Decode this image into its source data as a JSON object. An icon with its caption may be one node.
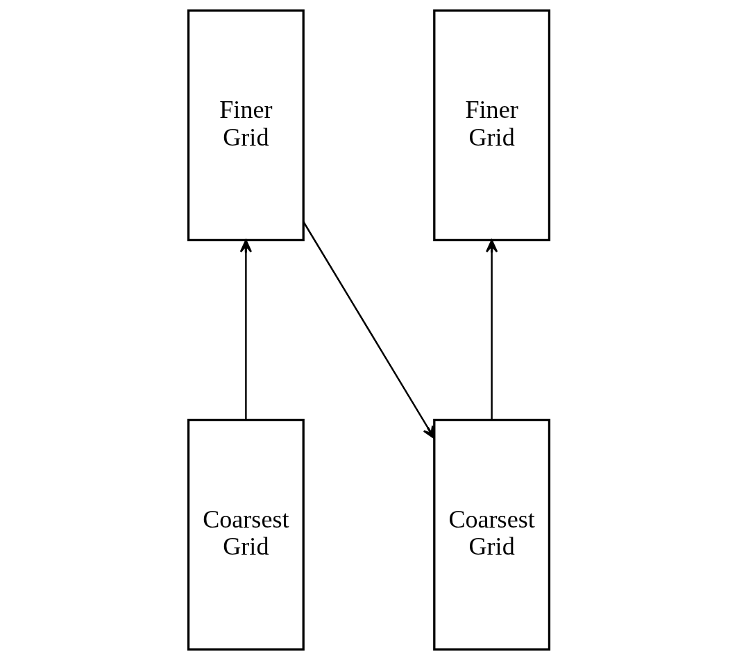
{
  "diagram": {
    "nodes": [
      {
        "text": [
          "Coarsest Grid"
        ]
      },
      {
        "text": [
          "Finer Grid"
        ]
      },
      {
        "text": [
          "Coarsest Grid"
        ]
      },
      {
        "text": [
          "Finer Grid"
        ]
      }
    ],
    "edges": [
      {
        "from": 0,
        "to": 1,
        "arrow": "to"
      },
      {
        "from": 1,
        "to": 2,
        "arrow": "to"
      },
      {
        "from": 2,
        "to": 3,
        "arrow": "to"
      }
    ]
  }
}
